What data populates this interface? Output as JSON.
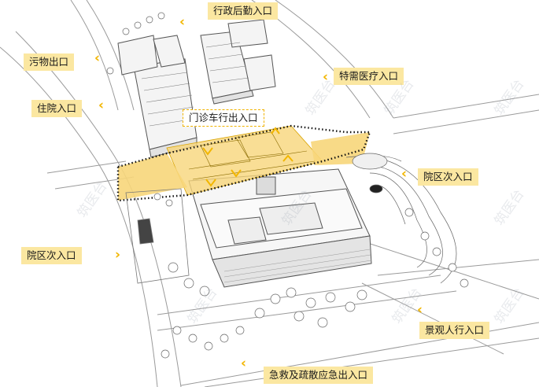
{
  "labels": {
    "admin_logistics_entrance": "行政后勤入口",
    "waste_exit": "污物出口",
    "special_care_entrance": "特需医疗入口",
    "inpatient_entrance": "住院入口",
    "outpatient_vehicle_exit": "门诊车行出入口",
    "campus_secondary_entrance_east": "院区次入口",
    "campus_secondary_entrance_west": "院区次入口",
    "landscape_pedestrian_entrance": "景观人行入口",
    "emergency_evacuation_exit": "急救及疏散应急出入口"
  },
  "watermark": "筑医台",
  "colors": {
    "label_bg": "#fbe7a1",
    "accent_yellow": "#f2b600",
    "highlight_zone": "#f7d67a",
    "line": "#555555"
  }
}
